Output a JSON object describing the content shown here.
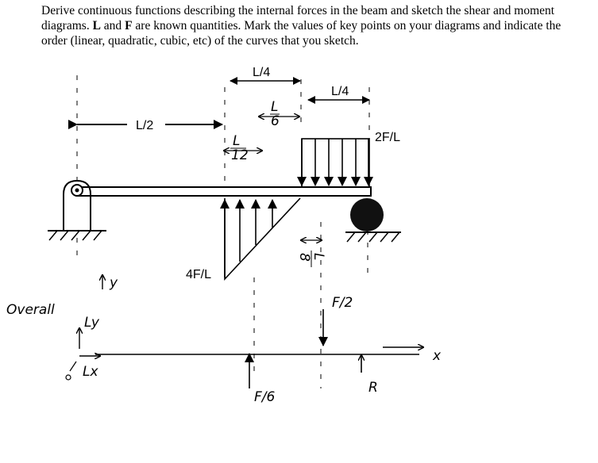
{
  "problem": {
    "part1": "Derive continuous functions describing the internal forces in the beam and sketch the shear and moment diagrams. ",
    "bold_L": "L",
    "and": " and ",
    "bold_F": "F",
    "part2": " are known quantities. Mark the values of key points on your diagrams and indicate the order (linear, quadratic, cubic, etc) of the curves that you sketch."
  },
  "beam_labels": {
    "dim_half": "L/2",
    "dim_quarter_left": "L/4",
    "dim_quarter_right": "L/4",
    "dim_l12_num": "L",
    "dim_l12_den": "12",
    "dim_l6_num": "L",
    "dim_l6_den": "6",
    "dim_l8_num": "L",
    "dim_l8_den": "8",
    "dist_load_uniform": "2F/L",
    "dist_load_triangle": "4F/L"
  },
  "fbd_labels": {
    "y_axis": "y",
    "overall": "Overall",
    "ly": "Ly",
    "lx": "Lx",
    "f_half": "F/2",
    "f_six": "F/6",
    "r": "R",
    "x_axis": "x"
  }
}
